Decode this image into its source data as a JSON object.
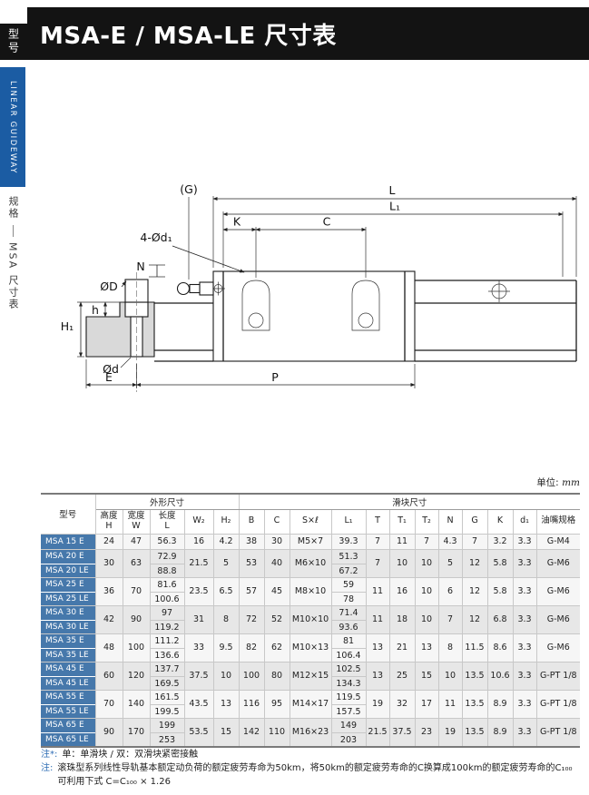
{
  "page": {
    "title": "MSA-E / MSA-LE 尺寸表",
    "unit_label": "单位:",
    "unit_value": "mm"
  },
  "sidebar": {
    "model_tab": "型号",
    "series_label": "LINEAR GUIDEWAY",
    "spec": "规格",
    "series": "MSA",
    "table_name": "尺寸表"
  },
  "drawing": {
    "labels": {
      "G": "(G)",
      "L": "L",
      "L1": "L₁",
      "K": "K",
      "C": "C",
      "holes": "4-Ød₁",
      "N": "N",
      "OD": "ØD",
      "h": "h",
      "H1": "H₁",
      "Od": "Ød",
      "E": "E",
      "P": "P"
    }
  },
  "table": {
    "model_header": "型号",
    "group_headers": [
      "外形尺寸",
      "滑块尺寸"
    ],
    "columns": [
      {
        "label": "高度",
        "sym": "H"
      },
      {
        "label": "宽度",
        "sym": "W"
      },
      {
        "label": "长度",
        "sym": "L"
      },
      {
        "sym": "W₂"
      },
      {
        "sym": "H₂"
      },
      {
        "sym": "B"
      },
      {
        "sym": "C"
      },
      {
        "sym": "S×ℓ"
      },
      {
        "sym": "L₁"
      },
      {
        "sym": "T"
      },
      {
        "sym": "T₁"
      },
      {
        "sym": "T₂"
      },
      {
        "sym": "N"
      },
      {
        "sym": "G"
      },
      {
        "sym": "K"
      },
      {
        "sym": "d₁"
      },
      {
        "label": "油嘴规格"
      }
    ],
    "groups": [
      {
        "models": [
          "MSA 15 E"
        ],
        "cells": [
          "24",
          "47",
          [
            "56.3"
          ],
          "16",
          "4.2",
          "38",
          "30",
          "M5×7",
          [
            "39.3"
          ],
          "7",
          "11",
          "7",
          "4.3",
          "7",
          "3.2",
          "3.3",
          "G-M4"
        ]
      },
      {
        "models": [
          "MSA 20 E",
          "MSA 20 LE"
        ],
        "cells": [
          "30",
          "63",
          [
            "72.9",
            "88.8"
          ],
          "21.5",
          "5",
          "53",
          "40",
          "M6×10",
          [
            "51.3",
            "67.2"
          ],
          "7",
          "10",
          "10",
          "5",
          "12",
          "5.8",
          "3.3",
          "G-M6"
        ]
      },
      {
        "models": [
          "MSA 25 E",
          "MSA 25 LE"
        ],
        "cells": [
          "36",
          "70",
          [
            "81.6",
            "100.6"
          ],
          "23.5",
          "6.5",
          "57",
          "45",
          "M8×10",
          [
            "59",
            "78"
          ],
          "11",
          "16",
          "10",
          "6",
          "12",
          "5.8",
          "3.3",
          "G-M6"
        ]
      },
      {
        "models": [
          "MSA 30 E",
          "MSA 30 LE"
        ],
        "cells": [
          "42",
          "90",
          [
            "97",
            "119.2"
          ],
          "31",
          "8",
          "72",
          "52",
          "M10×10",
          [
            "71.4",
            "93.6"
          ],
          "11",
          "18",
          "10",
          "7",
          "12",
          "6.8",
          "3.3",
          "G-M6"
        ]
      },
      {
        "models": [
          "MSA 35 E",
          "MSA 35 LE"
        ],
        "cells": [
          "48",
          "100",
          [
            "111.2",
            "136.6"
          ],
          "33",
          "9.5",
          "82",
          "62",
          "M10×13",
          [
            "81",
            "106.4"
          ],
          "13",
          "21",
          "13",
          "8",
          "11.5",
          "8.6",
          "3.3",
          "G-M6"
        ]
      },
      {
        "models": [
          "MSA 45 E",
          "MSA 45 LE"
        ],
        "cells": [
          "60",
          "120",
          [
            "137.7",
            "169.5"
          ],
          "37.5",
          "10",
          "100",
          "80",
          "M12×15",
          [
            "102.5",
            "134.3"
          ],
          "13",
          "25",
          "15",
          "10",
          "13.5",
          "10.6",
          "3.3",
          "G-PT 1/8"
        ]
      },
      {
        "models": [
          "MSA 55 E",
          "MSA 55 LE"
        ],
        "cells": [
          "70",
          "140",
          [
            "161.5",
            "199.5"
          ],
          "43.5",
          "13",
          "116",
          "95",
          "M14×17",
          [
            "119.5",
            "157.5"
          ],
          "19",
          "32",
          "17",
          "11",
          "13.5",
          "8.9",
          "3.3",
          "G-PT 1/8"
        ]
      },
      {
        "models": [
          "MSA 65 E",
          "MSA 65 LE"
        ],
        "cells": [
          "90",
          "170",
          [
            "199",
            "253"
          ],
          "53.5",
          "15",
          "142",
          "110",
          "M16×23",
          [
            "149",
            "203"
          ],
          "21.5",
          "37.5",
          "23",
          "19",
          "13.5",
          "8.9",
          "3.3",
          "G-PT 1/8"
        ]
      }
    ]
  },
  "notes": [
    {
      "prefix": "注*:",
      "text": "单：单滑块 / 双：双滑块紧密接触"
    },
    {
      "prefix": "注:",
      "text": "滚珠型系列线性导轨基本额定动负荷的额定疲劳寿命为50km，将50km的额定疲劳寿命的C换算成100km的额定疲劳寿命的C₁₀₀可利用下式 C=C₁₀₀ × 1.26"
    }
  ]
}
